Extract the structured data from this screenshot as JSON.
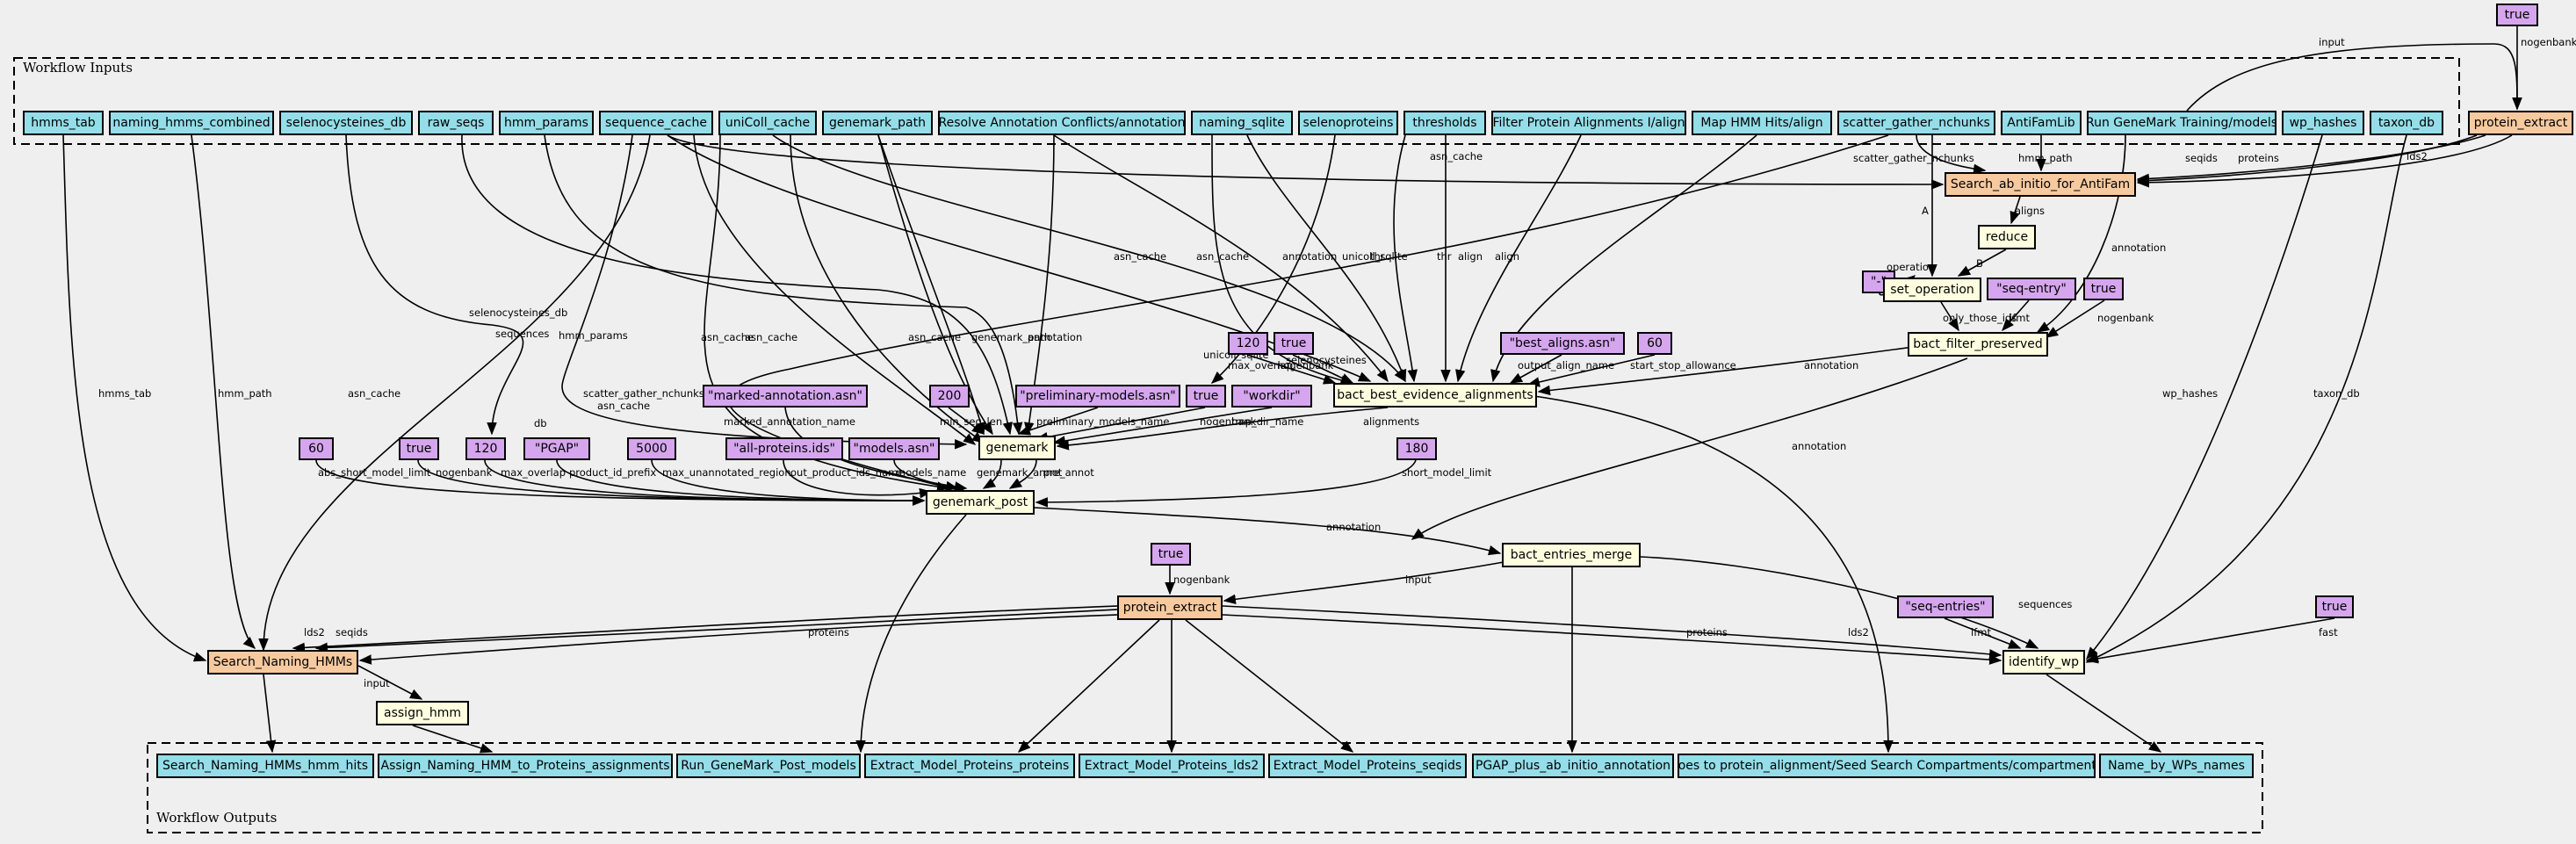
{
  "clusters": {
    "inputs_title": "Workflow Inputs",
    "outputs_title": "Workflow Outputs"
  },
  "nodes": {
    "in_hmms_tab": "hmms_tab",
    "in_naming_hmms_combined": "naming_hmms_combined",
    "in_selenocysteines_db": "selenocysteines_db",
    "in_raw_seqs": "raw_seqs",
    "in_hmm_params": "hmm_params",
    "in_sequence_cache": "sequence_cache",
    "in_unicoll_cache": "uniColl_cache",
    "in_genemark_path": "genemark_path",
    "in_resolve": "Resolve Annotation Conflicts/annotation",
    "in_naming_sqlite": "naming_sqlite",
    "in_selenoproteins": "selenoproteins",
    "in_thresholds": "thresholds",
    "in_filter_protein": "Filter Protein Alignments I/align",
    "in_map_hmm": "Map HMM Hits/align",
    "in_scatter": "scatter_gather_nchunks",
    "in_antifamlib": "AntiFamLib",
    "in_run_genemark": "Run GeneMark Training/models",
    "in_wp_hashes": "wp_hashes",
    "in_taxon_db": "taxon_db",
    "c_true_top": "true",
    "protein_extract_top": "protein_extract",
    "search_antifam": "Search_ab_initio_for_AntiFam",
    "reduce": "reduce",
    "c_dash": "\"-\"",
    "set_operation": "set_operation",
    "c_seq_entry": "\"seq-entry\"",
    "c_true_filter": "true",
    "bact_filter": "bact_filter_preserved",
    "c_120a": "120",
    "c_true_bbea": "true",
    "c_best_aligns": "\"best_aligns.asn\"",
    "c_60a": "60",
    "bbea": "bact_best_evidence_alignments",
    "c_marked": "\"marked-annotation.asn\"",
    "c_200": "200",
    "c_prelim": "\"preliminary-models.asn\"",
    "c_true_gm": "true",
    "c_workdir": "\"workdir\"",
    "genemark": "genemark",
    "c_60b": "60",
    "c_true_gp": "true",
    "c_120b": "120",
    "c_pgap": "\"PGAP\"",
    "c_5000": "5000",
    "c_allprot": "\"all-proteins.ids\"",
    "c_models": "\"models.asn\"",
    "c_180": "180",
    "genemark_post": "genemark_post",
    "c_true_pe": "true",
    "bact_entries_merge": "bact_entries_merge",
    "protein_extract_mid": "protein_extract",
    "c_seq_entries": "\"seq-entries\"",
    "c_true_wp": "true",
    "identify_wp": "identify_wp",
    "search_naming": "Search_Naming_HMMs",
    "assign_hmm": "assign_hmm",
    "out_hmm_hits": "Search_Naming_HMMs_hmm_hits",
    "out_assign": "Assign_Naming_HMM_to_Proteins_assignments",
    "out_rungm": "Run_GeneMark_Post_models",
    "out_proteins": "Extract_Model_Proteins_proteins",
    "out_lds2": "Extract_Model_Proteins_lds2",
    "out_seqids": "Extract_Model_Proteins_seqids",
    "out_pgap": "PGAP_plus_ab_initio_annotation",
    "out_compartments": "goes to protein_alignment/Seed Search Compartments/compartments",
    "out_wp_names": "Name_by_WPs_names"
  },
  "edge_labels": {
    "nogenbank_top": "nogenbank",
    "input_top": "input",
    "lds2_top": "lds2",
    "asn_cache_sa": "asn_cache",
    "seqids_sa": "seqids",
    "proteins_sa": "proteins",
    "scatter_sa": "scatter_gather_nchunks",
    "hmm_path_sa": "hmm_path",
    "aligns_r": "aligns",
    "A_so": "A",
    "B_so": "B",
    "op_so": "operation",
    "only_bf": "only_those_ids",
    "ifmt_bf": "ifmt",
    "nogenbank_bf": "nogenbank",
    "annotation_bf": "annotation",
    "asn_bbea1": "asn_cache",
    "asn_bbea2": "asn_cache",
    "annot_bbea": "annotation",
    "unicoll_bbea": "unicoll_sqlite",
    "thr_bbea": "thr",
    "thr2_bbea": "thr",
    "align_bbea1": "align",
    "align_bbea2": "align",
    "maxov_bbea": "max_overlap",
    "nogen_bbea": "nogenbank",
    "outname_bbea": "output_align_name",
    "ssa_bbea": "start_stop_allowance",
    "annotation_bbea": "annotation",
    "seleno_bbea": "selenocysteines",
    "unicoll2": "unicoll_sqlite",
    "annotation_bfp": "annotation",
    "hmmstab": "hmms_tab",
    "hmmpath": "hmm_path",
    "sequences": "sequences",
    "hmmparams": "hmm_params",
    "seleno_db": "selenocysteines_db",
    "asn_gm1": "asn_cache",
    "asn_gm2": "asn_cache",
    "asn_gm3": "asn_cache",
    "asn_gm4": "asn_cache",
    "asn_sn": "asn_cache",
    "gmpath": "genemark_path",
    "annot_gm": "annotation",
    "scatter_gp": "scatter_gather_nchunks",
    "db_gp": "db",
    "marked_gp": "marked_annotation_name",
    "minseq": "min_seq_len",
    "prelim": "preliminary_models_name",
    "nogen_gm": "nogenbank",
    "tmpdir": "tmp_dir_name",
    "alignments_gm": "alignments",
    "abs_short": "abs_short_model_limit",
    "nogen_gp": "nogenbank",
    "maxov_gp": "max_overlap",
    "prodid": "product_id_prefix",
    "maxun": "max_unannotated_region",
    "outprod": "out_product_ids_name",
    "modname": "models_name",
    "gmannot": "genemark_annot",
    "preannot": "pre_annot",
    "shortmodel": "short_model_limit",
    "annotation_bem": "annotation",
    "nogen_pe": "nogenbank",
    "input_pe": "input",
    "sequences_iw": "sequences",
    "lds2_sn": "lds2",
    "seqids_sn": "seqids",
    "proteins_sn": "proteins",
    "proteins_iw": "proteins",
    "lds2_iw": "lds2",
    "ifmt_iw": "ifmt",
    "fast_iw": "fast",
    "wphashes": "wp_hashes",
    "taxondb": "taxon_db",
    "input_ah": "input"
  }
}
